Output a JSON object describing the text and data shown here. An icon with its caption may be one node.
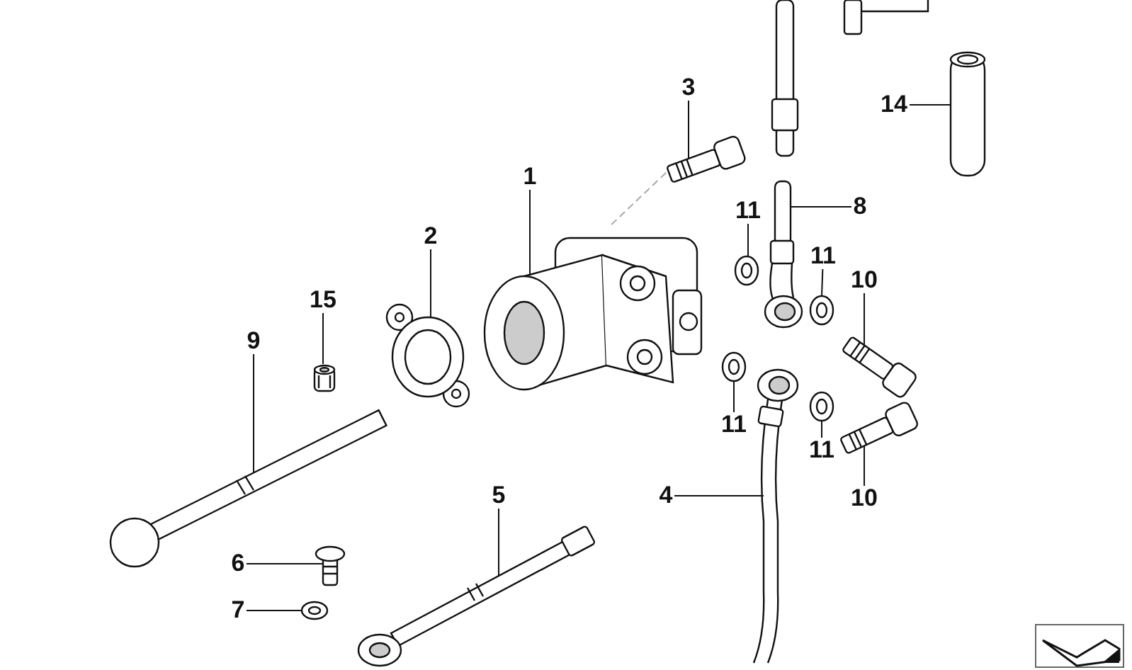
{
  "diagram": {
    "nodes": [
      {
        "text": [
          "3"
        ]
      },
      {
        "text": [],
        "shape": "picture"
      },
      {
        "text": [
          "14"
        ]
      },
      {
        "text": [],
        "shape": "picture"
      },
      {
        "text": [
          "1"
        ]
      },
      {
        "text": [],
        "shape": "picture"
      },
      {
        "text": [
          "8"
        ]
      },
      {
        "text": [],
        "shape": "picture"
      },
      {
        "text": [
          "11"
        ]
      },
      {
        "text": [],
        "shape": "picture"
      },
      {
        "text": [
          "2"
        ]
      },
      {
        "text": [],
        "shape": "picture"
      },
      {
        "text": [
          "11"
        ]
      },
      {
        "text": [],
        "shape": "picture"
      },
      {
        "text": [
          "10"
        ]
      },
      {
        "text": [],
        "shape": "picture"
      },
      {
        "text": [
          "15"
        ]
      },
      {
        "text": [],
        "shape": "picture"
      },
      {
        "text": [
          "9"
        ]
      },
      {
        "text": [],
        "shape": "picture"
      },
      {
        "text": [
          "11"
        ]
      },
      {
        "text": [],
        "shape": "picture"
      },
      {
        "text": [
          "11"
        ]
      },
      {
        "text": [],
        "shape": "picture"
      },
      {
        "text": [
          "4"
        ]
      },
      {
        "text": [],
        "shape": "picture"
      },
      {
        "text": [
          "5"
        ]
      },
      {
        "text": [],
        "shape": "picture"
      },
      {
        "text": [
          "10"
        ]
      },
      {
        "text": [],
        "shape": "picture"
      },
      {
        "text": [
          "6"
        ]
      },
      {
        "text": [],
        "shape": "picture"
      },
      {
        "text": [
          "7"
        ]
      },
      {
        "text": [],
        "shape": "picture"
      }
    ],
    "edges": [
      {
        "from": 0,
        "to": 1,
        "arrow": "none"
      },
      {
        "from": 2,
        "to": 3,
        "arrow": "none"
      },
      {
        "from": 4,
        "to": 5,
        "arrow": "none"
      },
      {
        "from": 6,
        "to": 7,
        "arrow": "none"
      },
      {
        "from": 8,
        "to": 9,
        "arrow": "none"
      },
      {
        "from": 10,
        "to": 11,
        "arrow": "none"
      },
      {
        "from": 12,
        "to": 13,
        "arrow": "none"
      },
      {
        "from": 14,
        "to": 15,
        "arrow": "none"
      },
      {
        "from": 16,
        "to": 17,
        "arrow": "none"
      },
      {
        "from": 18,
        "to": 19,
        "arrow": "none"
      },
      {
        "from": 20,
        "to": 21,
        "arrow": "none"
      },
      {
        "from": 22,
        "to": 23,
        "arrow": "none"
      },
      {
        "from": 24,
        "to": 25,
        "arrow": "none"
      },
      {
        "from": 26,
        "to": 27,
        "arrow": "none"
      },
      {
        "from": 28,
        "to": 29,
        "arrow": "none"
      },
      {
        "from": 30,
        "to": 31,
        "arrow": "none"
      },
      {
        "from": 32,
        "to": 33,
        "arrow": "none"
      }
    ]
  }
}
